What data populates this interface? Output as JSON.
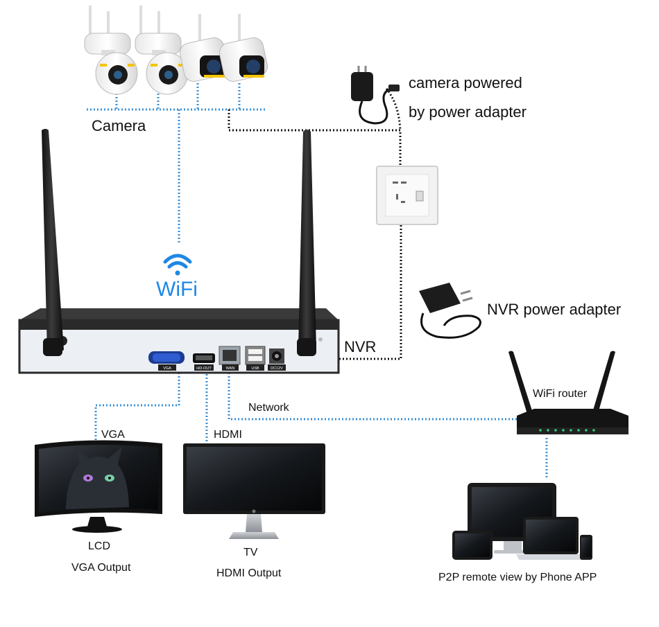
{
  "labels": {
    "camera": "Camera",
    "camera_powered_line1": "camera powered",
    "camera_powered_line2": "by power adapter",
    "wifi": "WiFi",
    "nvr_power_adapter": "NVR power adapter",
    "nvr": "NVR",
    "wifi_router": "WiFi router",
    "network": "Network",
    "vga": "VGA",
    "hdmi": "HDMI",
    "lcd": "LCD",
    "vga_output": "VGA Output",
    "tv": "TV",
    "hdmi_output": "HDMI Output",
    "p2p": "P2P remote view by Phone APP"
  },
  "ports": {
    "vga": "VGA",
    "hdout": "HD-OUT",
    "wan": "WAN",
    "usb": "USB",
    "dc12v": "DC12V"
  },
  "colors": {
    "wifi_blue": "#1e88e5",
    "link_blue": "#3a8fd6",
    "power_black": "#111111",
    "nvr_body": "#2a2a2a",
    "nvr_front": "#eceff3"
  }
}
